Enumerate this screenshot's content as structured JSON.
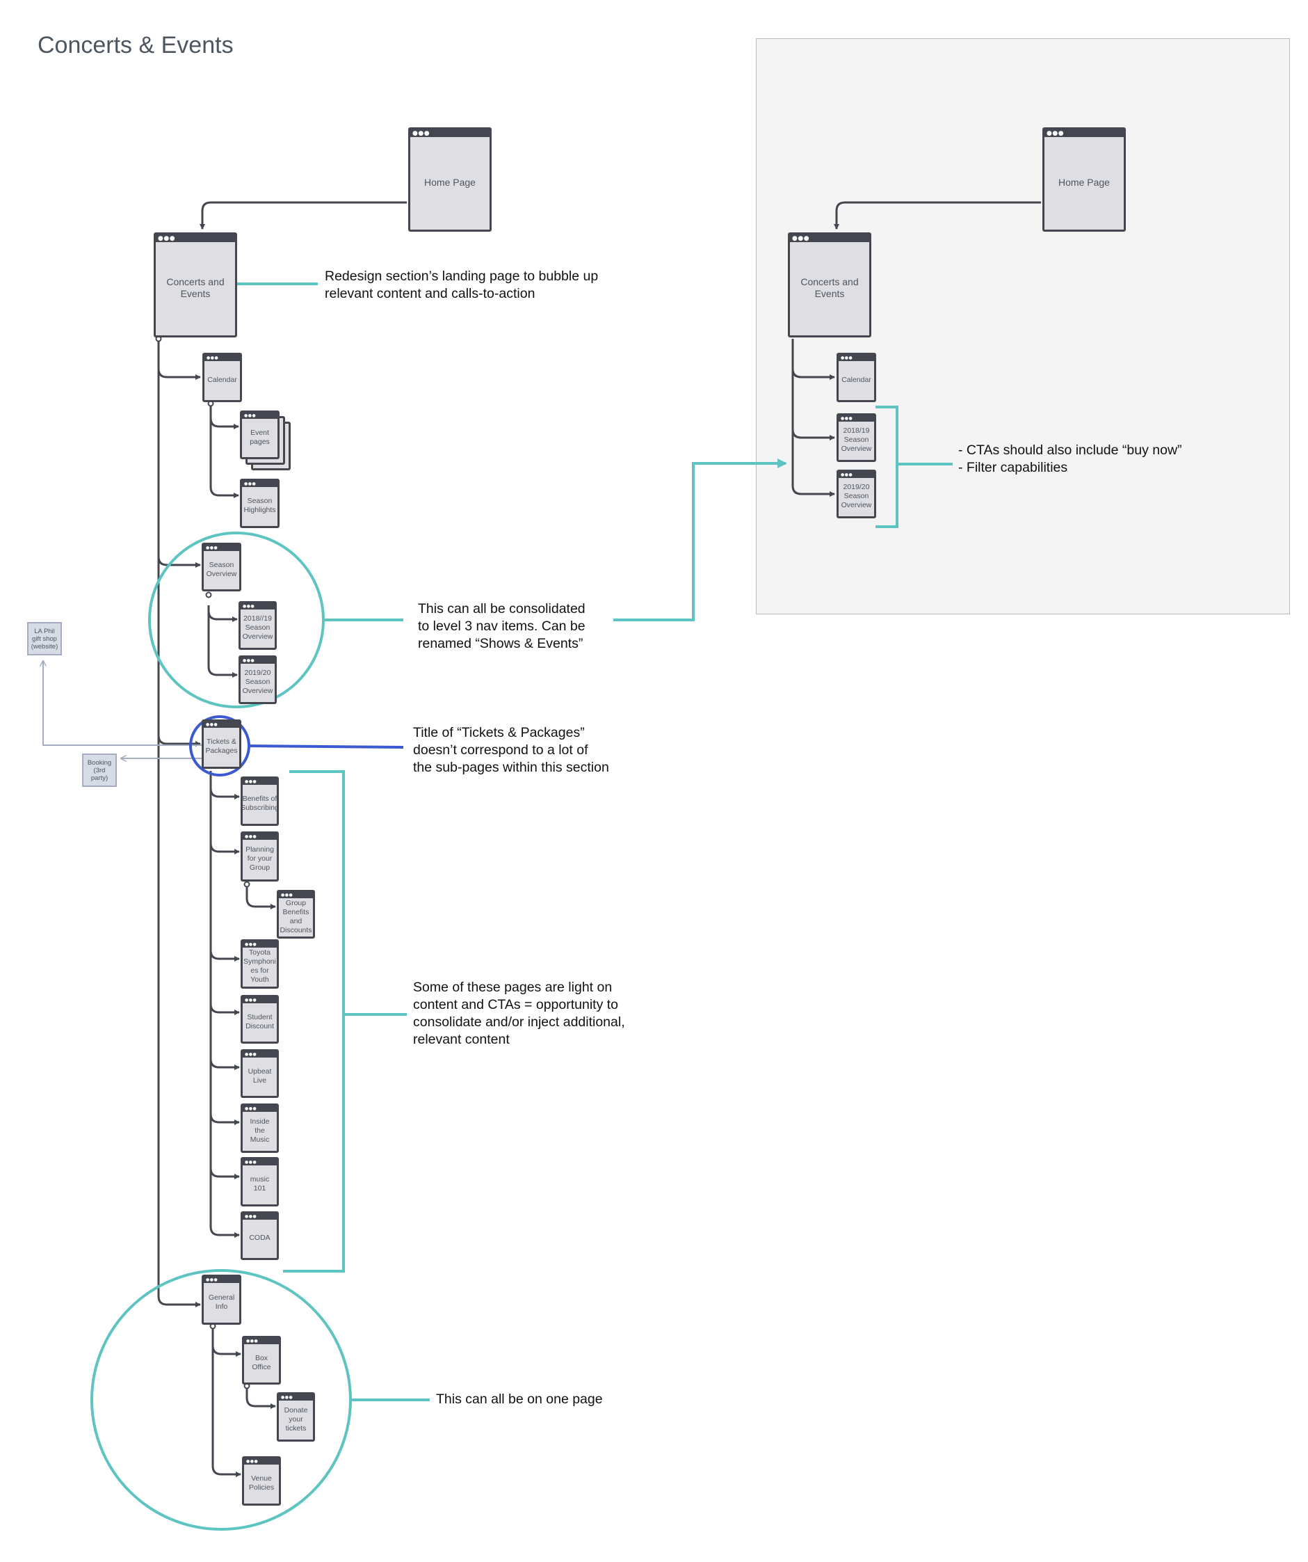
{
  "page_title": "Concerts & Events",
  "colors": {
    "connector": "#44474f",
    "teal_highlight": "#5ec4c1",
    "blue_highlight": "#3b59d1",
    "external_link": "#a6adc2",
    "node_fill": "#dfdfe3",
    "panel_fill": "#f4f4f4"
  },
  "sitemap": {
    "home": "Home Page",
    "concerts_events": "Concerts and\nEvents",
    "calendar": "Calendar",
    "event_pages": "Event\npages",
    "season_highlights": "Season\nHighlights",
    "season_overview": "Season\nOverview",
    "season_1819": "2018//19\nSeason\nOverview",
    "season_1920": "2019/20\nSeason\nOverview",
    "tickets_packages": "Tickets &\nPackages",
    "benefits_subscribing": "Benefits of\nSubscribing",
    "planning_group": "Planning\nfor your\nGroup",
    "group_benefits": "Group\nBenefits\nand\nDiscounts",
    "toyota_youth": "Toyota\nSymphoni\nes for\nYouth",
    "student_discount": "Student\nDiscount",
    "upbeat_live": "Upbeat\nLive",
    "inside_music": "Inside the\nMusic",
    "music_101": "music 101",
    "coda": "CODA",
    "general_info": "General\nInfo",
    "box_office": "Box Office",
    "donate_tickets": "Donate\nyour\ntickets",
    "venue_policies": "Venue\nPolicies"
  },
  "external_links": {
    "gift_shop": "LA Phil\ngift shop\n(website)",
    "booking": "Booking\n(3rd\nparty)"
  },
  "proposed": {
    "home": "Home Page",
    "concerts_events": "Concerts and\nEvents",
    "calendar": "Calendar",
    "season_1819": "2018/19\nSeason\nOverview",
    "season_1920": "2019/20\nSeason\nOverview"
  },
  "annotations": {
    "landing_page": "Redesign section’s landing page to bubble up\nrelevant content and calls-to-action",
    "consolidate_nav": "This can all be consolidated\nto level 3 nav items. Can be\nrenamed “Shows & Events”",
    "tickets_title": "Title of “Tickets & Packages”\ndoesn’t correspond to a lot of\nthe sub-pages within this section",
    "light_content": "Some of these pages are light on\ncontent and CTAs = opportunity to\nconsolidate and/or inject additional,\nrelevant content",
    "one_page": "This can all be on one page",
    "ctas": "- CTAs should also include “buy now”\n- Filter capabilities"
  }
}
